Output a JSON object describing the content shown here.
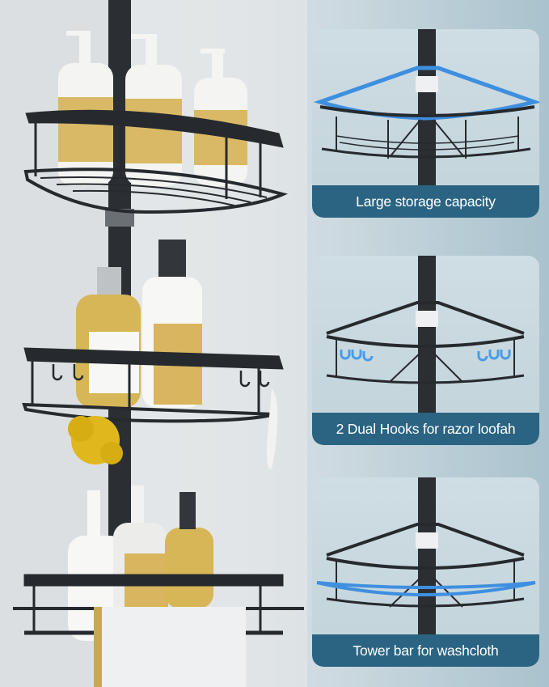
{
  "image": {
    "subject": "corner tension shower caddy with three black metal baskets",
    "colors": {
      "banner": "#2a6482",
      "banner_text": "#ffffff",
      "highlight_blue": "#3f8fe0",
      "basket_black": "#262a2e",
      "bottle_amber": "#d5b25a",
      "loofah_yellow": "#e0b81e"
    }
  },
  "features": [
    {
      "label": "Large storage capacity",
      "highlight": "basket-rim"
    },
    {
      "label": "2 Dual Hooks for razor loofah",
      "highlight": "hooks"
    },
    {
      "label": "Tower bar for washcloth",
      "highlight": "towel-bar"
    }
  ]
}
